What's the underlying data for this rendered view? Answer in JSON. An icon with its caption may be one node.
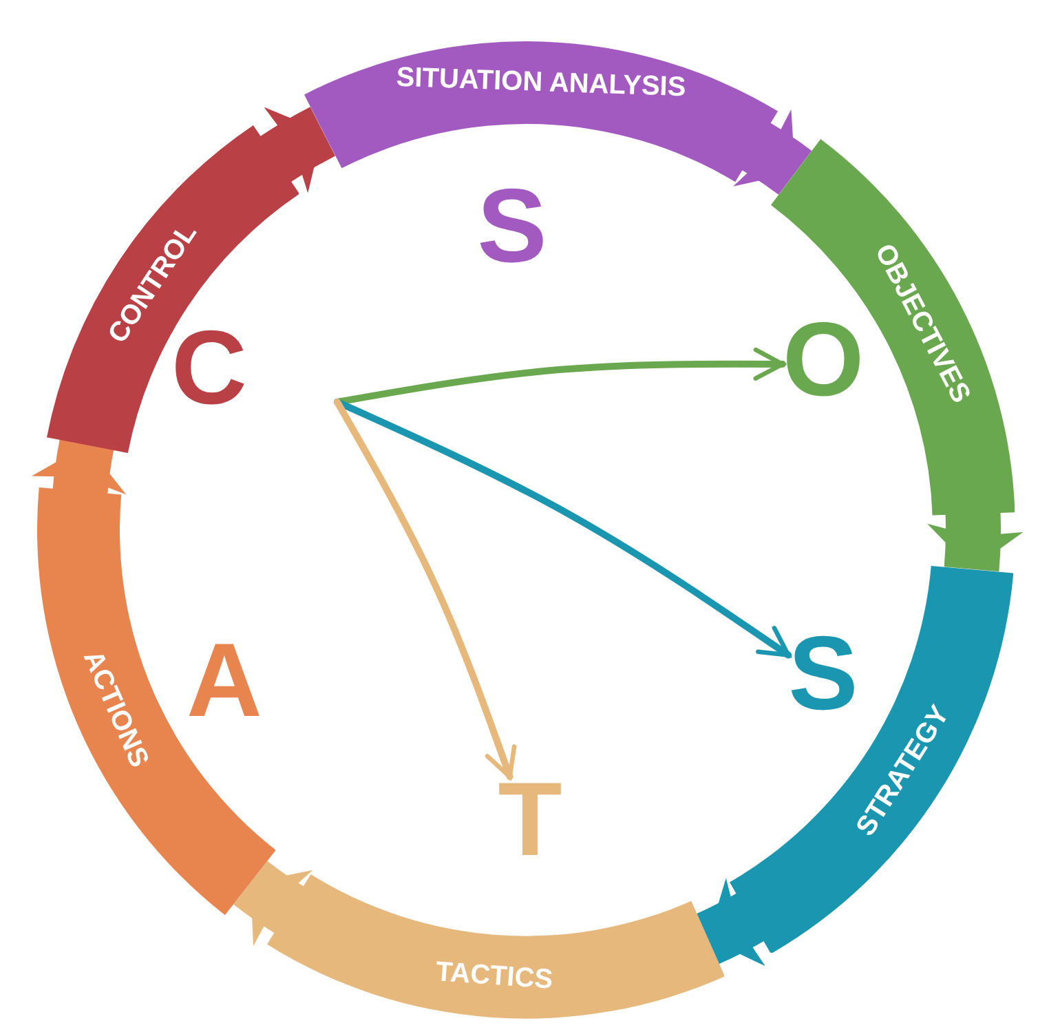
{
  "diagram": {
    "nodes": [
      {
        "text": [
          "SITUATION ANALYSIS"
        ]
      },
      {
        "text": [
          "OBJECTIVES"
        ]
      },
      {
        "text": [
          "STRATEGY"
        ]
      },
      {
        "text": [
          "TACTICS"
        ]
      },
      {
        "text": [
          "ACTIONS"
        ]
      },
      {
        "text": [
          "CONTROL"
        ]
      },
      {
        "text": [
          "S"
        ]
      },
      {
        "text": [
          "O"
        ]
      },
      {
        "text": [
          "S"
        ]
      },
      {
        "text": [
          "T"
        ]
      },
      {
        "text": [
          "A"
        ]
      },
      {
        "text": [
          "C"
        ]
      }
    ],
    "edges": [
      {
        "from": 0,
        "to": 1,
        "arrow": "to",
        "color": "#a259c0"
      },
      {
        "from": 1,
        "to": 2,
        "arrow": "to",
        "color": "#6aa84f"
      },
      {
        "from": 2,
        "to": 3,
        "arrow": "to",
        "color": "#1a96b0"
      },
      {
        "from": 3,
        "to": 4,
        "arrow": "to",
        "color": "#e6b87c"
      },
      {
        "from": 4,
        "to": 5,
        "arrow": "to",
        "color": "#e8854f"
      },
      {
        "from": 5,
        "to": 0,
        "arrow": "to",
        "color": "#b94044"
      },
      {
        "from": null,
        "to": 7,
        "arrow": "to",
        "color": "#6aa84f"
      },
      {
        "from": null,
        "to": 8,
        "arrow": "to",
        "color": "#1a96b0"
      },
      {
        "from": null,
        "to": 9,
        "arrow": "to",
        "color": "#e6b87c"
      }
    ]
  }
}
